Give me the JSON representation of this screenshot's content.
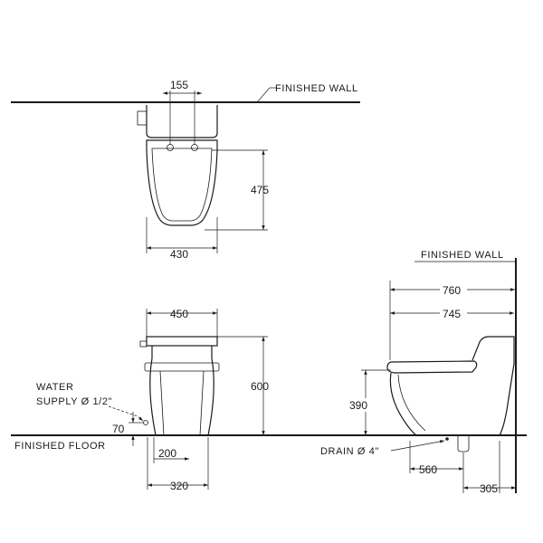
{
  "labels": {
    "top_wall": "FINISHED  WALL",
    "side_wall": "FINISHED  WALL",
    "floor": "FINISHED  FLOOR",
    "water_supply_line1": "WATER",
    "water_supply_line2": "SUPPLY Ø 1/2\"",
    "drain": "DRAIN Ø 4\""
  },
  "dimensions": {
    "top_inlet_spacing": "155",
    "top_depth": "475",
    "top_width": "430",
    "front_width": "450",
    "front_height": "600",
    "water_supply_height": "70",
    "drain_offset": "200",
    "front_base_width": "320",
    "side_overall": "760",
    "side_seat": "745",
    "seat_height": "390",
    "drain_to_front": "560",
    "rough_in": "305"
  }
}
